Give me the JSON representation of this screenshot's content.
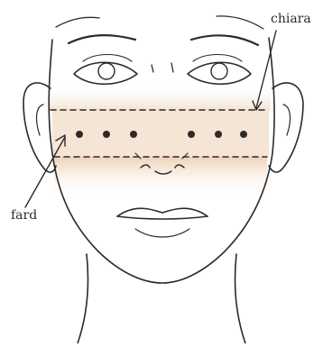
{
  "labels": {
    "highlight": "chiara",
    "blush": "fard"
  },
  "colors": {
    "ink": "#2b2b2b",
    "highlight_band": "#f3e2cf",
    "blush_band": "#efcfb3"
  },
  "illustration": {
    "subject": "face-outline",
    "dots_per_side": 3
  }
}
